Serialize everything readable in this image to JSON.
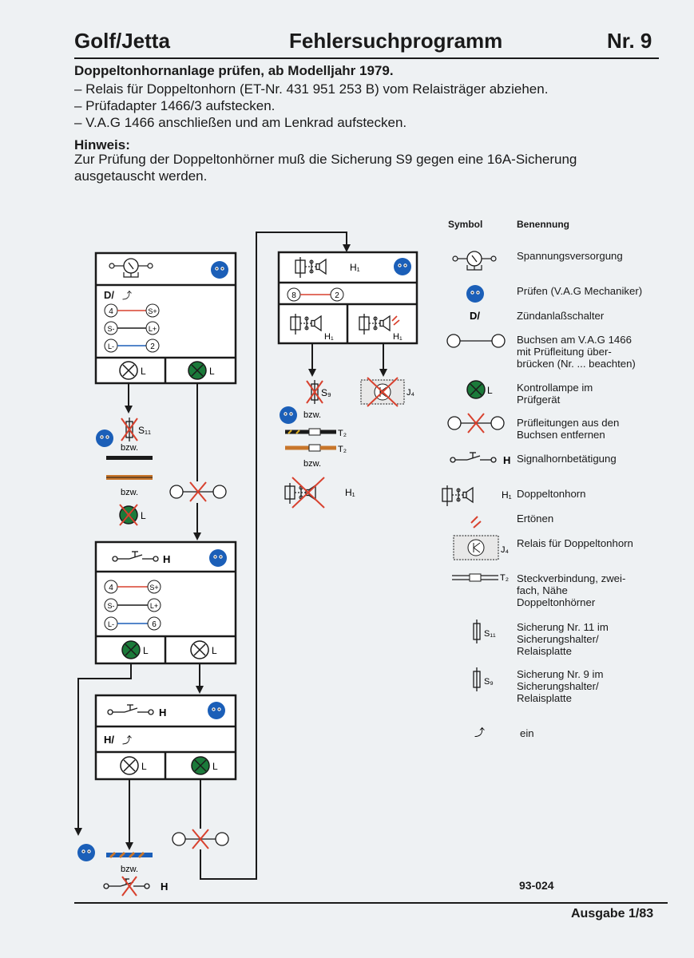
{
  "header": {
    "left": "Golf/Jetta",
    "center": "Fehlersuchprogramm",
    "right": "Nr. 9"
  },
  "intro": {
    "title": "Doppeltonhornanlage prüfen, ab Modelljahr 1979.",
    "steps": [
      "– Relais für Doppeltonhorn (ET-Nr. 431 951 253 B) vom Relaisträger abziehen.",
      "– Prüfadapter 1466/3 aufstecken.",
      "– V.A.G 1466 anschließen und am Lenkrad aufstecken."
    ],
    "note_title": "Hinweis:",
    "note_lines": [
      "Zur Prüfung der Doppeltonhörner muß die Sicherung S9 gegen eine 16A-Sicherung",
      "ausgetauscht werden."
    ]
  },
  "legend": {
    "col_symbol": "Symbol",
    "col_name": "Benennung",
    "items": [
      {
        "sym": "",
        "text": "Spannungsversorgung"
      },
      {
        "sym": "",
        "text": "Prüfen (V.A.G Mechaniker)"
      },
      {
        "sym": "D/",
        "text": "Zündanlaßschalter"
      },
      {
        "sym": "",
        "text": "Buchsen am V.A.G 1466 mit Prüfleitung über-brücken (Nr. ... beachten)"
      },
      {
        "sym": "L",
        "text": "Kontrollampe im Prüfgerät"
      },
      {
        "sym": "",
        "text": "Prüfleitungen aus den Buchsen entfernen"
      },
      {
        "sym": "H",
        "text": "Signalhornbetätigung"
      },
      {
        "sym": "H₁",
        "text": "Doppeltonhorn"
      },
      {
        "sym": "",
        "text": "Ertönen"
      },
      {
        "sym": "J₄",
        "text": "Relais für Doppeltonhorn"
      },
      {
        "sym": "T₂",
        "text": "Steckverbindung, zwei-fach, Nähe Doppeltonhörner"
      },
      {
        "sym": "S₁₁",
        "text": "Sicherung Nr. 11 im Sicherungshalter/ Relaisplatte"
      },
      {
        "sym": "S₉",
        "text": "Sicherung Nr. 9 im Sicherungshalter/ Relaisplatte"
      },
      {
        "sym": "",
        "text": "ein"
      }
    ]
  },
  "diagram": {
    "box1": {
      "switch_label": "D/",
      "pins": [
        [
          "4",
          "S+"
        ],
        [
          "S-",
          "L+"
        ],
        [
          "L-",
          "2"
        ]
      ],
      "lamp_label": "L"
    },
    "box2": {
      "switch_label": "H",
      "pins": [
        [
          "4",
          "S+"
        ],
        [
          "S-",
          "L+"
        ],
        [
          "L-",
          "6"
        ]
      ],
      "lamp_label": "L"
    },
    "box3": {
      "switch_label": "H",
      "row_label": "H/",
      "lamp_label": "L"
    },
    "box4": {
      "horn_label": "H₁",
      "pins": [
        "8",
        "2"
      ]
    },
    "bzw": "bzw.",
    "s11": "S₁₁",
    "s9": "S₉",
    "j4": "J₄",
    "t2": "T₂",
    "h": "H",
    "h1": "H₁",
    "l": "L"
  },
  "figure_no": "93-024",
  "footer": "Ausgabe 1/83",
  "colors": {
    "blue": "#1b5fb8",
    "green": "#1b7a3a",
    "red": "#d8412e",
    "orange": "#c8762b",
    "ink": "#1a1a1a"
  }
}
